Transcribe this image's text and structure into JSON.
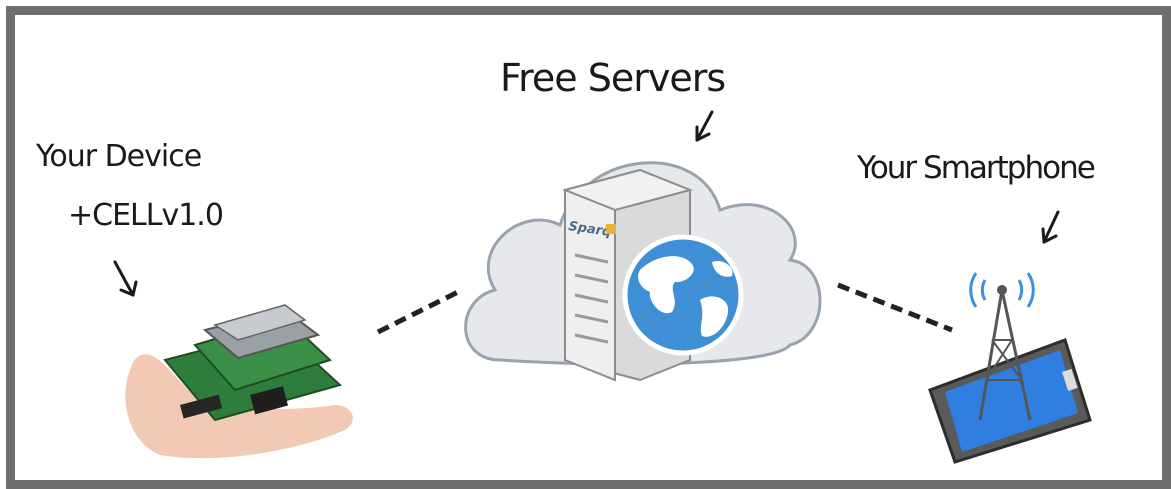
{
  "labels": {
    "servers": "Free Servers",
    "device_line1": "Your Device",
    "device_line2": "+CELLv1.0",
    "smartphone": "Your Smartphone"
  },
  "server_brand": "Sparq",
  "colors": {
    "frame": "#6f6f6f",
    "cloud_fill": "#e6e8ec",
    "cloud_stroke": "#9aa3ad",
    "globe_ocean": "#3f8fd6",
    "globe_land": "#ffffff",
    "pcb_green": "#2f7d3a",
    "phone_screen": "#2f7fe0",
    "signal": "#3d8fe0"
  },
  "icons": [
    "cloud-icon",
    "server-tower-icon",
    "globe-icon",
    "circuit-board-photo",
    "smartphone-tower-icon",
    "arrow-icon",
    "dashed-link"
  ]
}
